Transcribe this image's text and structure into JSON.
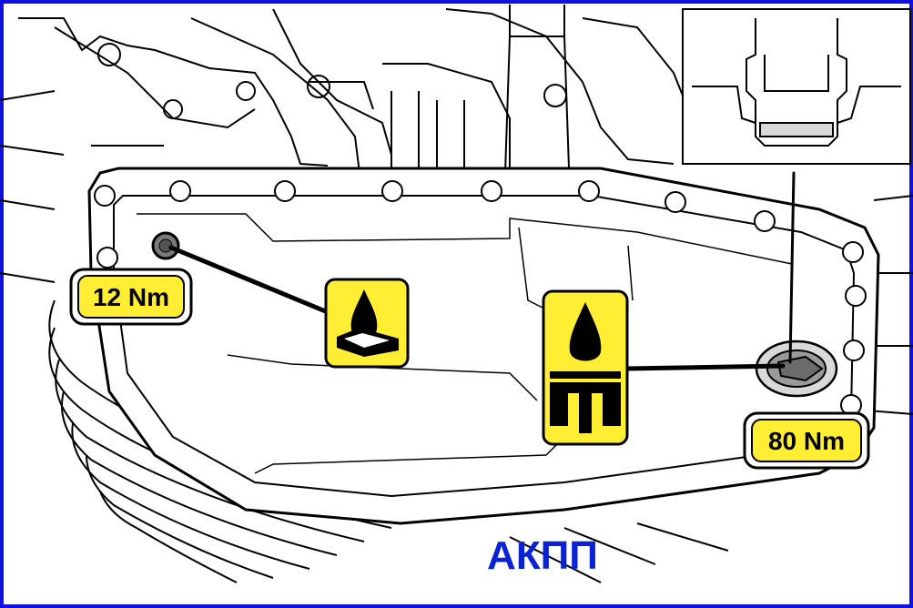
{
  "labels": {
    "drain_torque": "12 Nm",
    "fill_torque": "80 Nm",
    "caption": "АКПП"
  },
  "colors": {
    "border": "#1010e0",
    "caption": "#0a22d6",
    "label_fill": "#ffee33",
    "line": "#000000",
    "paper": "#ffffff",
    "metal_gray": "#7a7a7a"
  },
  "icons": {
    "drain_symbol": "oil-drop-on-tray-icon",
    "fill_symbol": "oil-drop-over-plug-icon"
  }
}
